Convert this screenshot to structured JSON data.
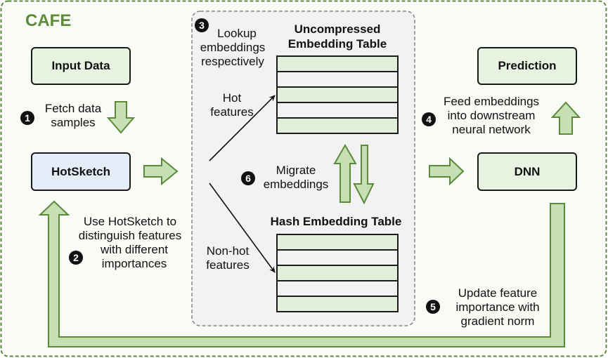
{
  "title": "CAFE",
  "colors": {
    "accent_green": "#5b8a3a",
    "arrow_fill": "#c6e0b4",
    "box_green": "#e8f2e0",
    "box_blue": "#e3ecf7",
    "row_filled": "#e2efd8",
    "row_empty": "#f2f2f2",
    "inner_panel": "#f2f2f2",
    "outer_panel": "#f9fbf7"
  },
  "boxes": {
    "input_data": "Input Data",
    "hotsketch": "HotSketch",
    "prediction": "Prediction",
    "dnn": "DNN"
  },
  "steps": [
    {
      "number": "1",
      "lines": [
        "Fetch data",
        "samples"
      ]
    },
    {
      "number": "2",
      "lines": [
        "Use HotSketch to",
        "distinguish features",
        "with different",
        "importances"
      ]
    },
    {
      "number": "3",
      "lines": [
        "Lookup",
        "embeddings",
        "respectively"
      ]
    },
    {
      "number": "4",
      "lines": [
        "Feed embeddings",
        "into downstream",
        "neural network"
      ]
    },
    {
      "number": "5",
      "lines": [
        "Update feature",
        "importance with",
        "gradient norm"
      ]
    },
    {
      "number": "6",
      "lines": [
        "Migrate",
        "embeddings"
      ]
    }
  ],
  "tables": {
    "uncompressed": {
      "title_lines": [
        "Uncompressed",
        "Embedding Table"
      ],
      "rows": [
        "filled",
        "empty",
        "filled",
        "empty",
        "filled"
      ]
    },
    "hash": {
      "title_lines": [
        "Hash Embedding Table"
      ],
      "rows": [
        "filled",
        "empty",
        "filled",
        "empty",
        "filled"
      ]
    }
  },
  "feature_labels": {
    "hot": [
      "Hot",
      "features"
    ],
    "non_hot": [
      "Non-hot",
      "features"
    ]
  }
}
